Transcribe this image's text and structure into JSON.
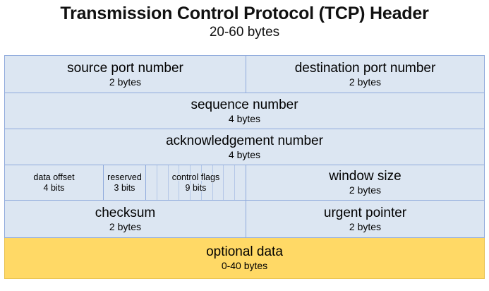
{
  "title": {
    "main": "Transmission Control Protocol (TCP) Header",
    "sub": "20-60 bytes"
  },
  "colors": {
    "field_fill": "#dce6f2",
    "field_border": "#8faadc",
    "optional_fill": "#ffd966",
    "optional_border": "#e8c24f",
    "bit_divider": "#b4c7e7",
    "text": "#111111"
  },
  "diagram": {
    "rows": [
      {
        "name": "source-and-destination-ports",
        "cells": [
          {
            "name": "source port number",
            "size": "2 bytes"
          },
          {
            "name": "destination port number",
            "size": "2 bytes"
          }
        ]
      },
      {
        "name": "sequence-number",
        "cells": [
          {
            "name": "sequence number",
            "size": "4 bytes"
          }
        ]
      },
      {
        "name": "acknowledgement-number",
        "cells": [
          {
            "name": "acknowledgement number",
            "size": "4 bytes"
          }
        ]
      },
      {
        "name": "offset-reserved-flags-window",
        "cells": [
          {
            "name": "data offset",
            "size": "4 bits"
          },
          {
            "name": "reserved",
            "size": "3 bits"
          },
          {
            "name": "control flags",
            "size": "9 bits",
            "bits": 9
          },
          {
            "name": "window size",
            "size": "2 bytes"
          }
        ]
      },
      {
        "name": "checksum-and-urgent-pointer",
        "cells": [
          {
            "name": "checksum",
            "size": "2 bytes"
          },
          {
            "name": "urgent pointer",
            "size": "2 bytes"
          }
        ]
      },
      {
        "name": "optional-data",
        "cells": [
          {
            "name": "optional data",
            "size": "0-40 bytes"
          }
        ]
      }
    ]
  }
}
